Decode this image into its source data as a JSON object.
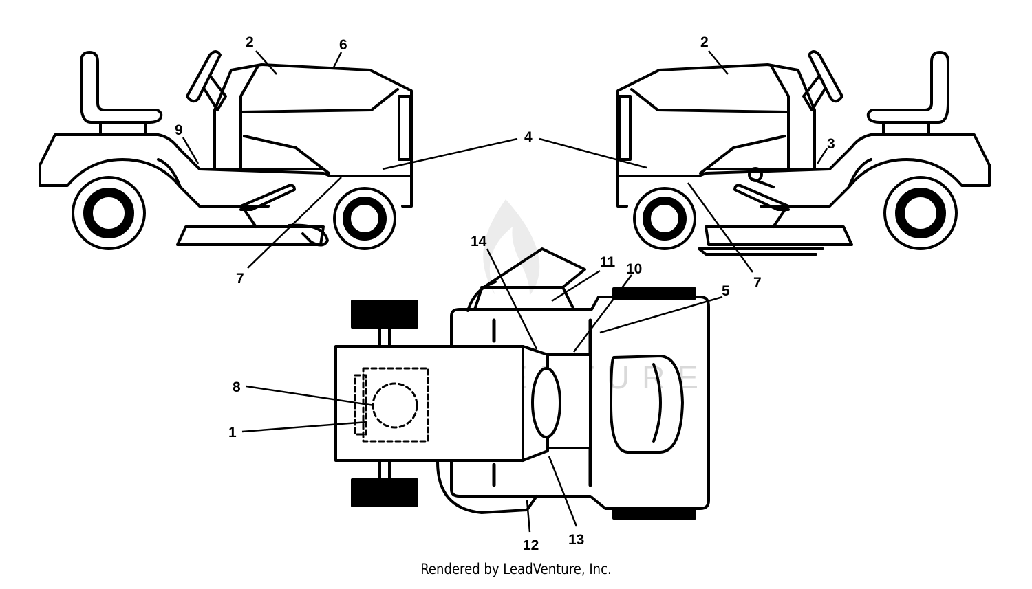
{
  "diagram": {
    "callouts": {
      "c1": "1",
      "c2": "2",
      "c3": "3",
      "c4": "4",
      "c5": "5",
      "c6": "6",
      "c7": "7",
      "c8": "8",
      "c9": "9",
      "c10": "10",
      "c11": "11",
      "c12": "12",
      "c13": "13",
      "c14": "14"
    },
    "watermark": "LEADVENTURE"
  },
  "footer": {
    "credit": "Rendered by LeadVenture, Inc."
  }
}
